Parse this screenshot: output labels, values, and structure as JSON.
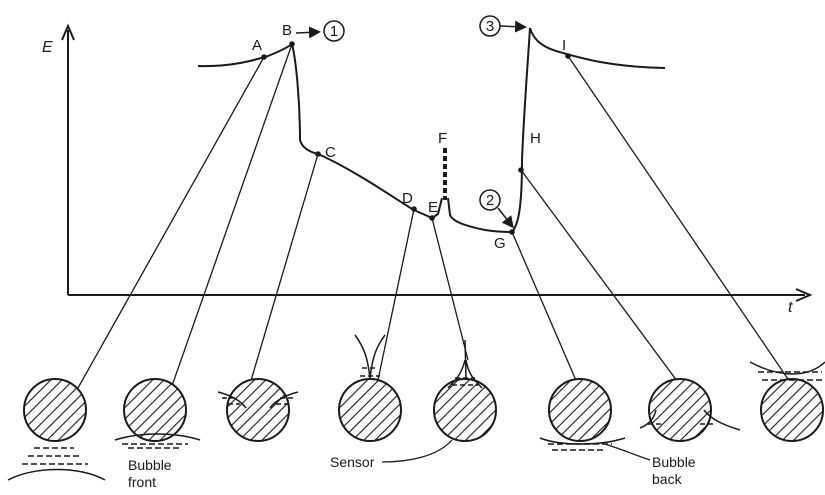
{
  "axes": {
    "y_label": "E",
    "x_label": "t"
  },
  "points": [
    "A",
    "B",
    "C",
    "D",
    "E",
    "F",
    "G",
    "H",
    "I"
  ],
  "markers": [
    "1",
    "2",
    "3"
  ],
  "captions": {
    "bubble_front_line1": "Bubble",
    "bubble_front_line2": "front",
    "sensor": "Sensor",
    "bubble_back_line1": "Bubble",
    "bubble_back_line2": "back"
  },
  "colors": {
    "ink": "#1a1a1a",
    "background": "#ffffff"
  }
}
